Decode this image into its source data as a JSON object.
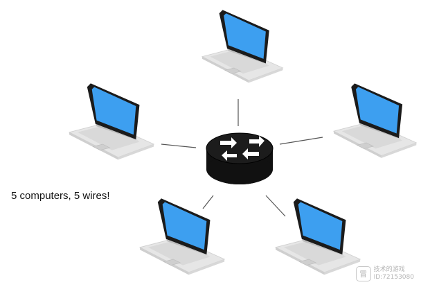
{
  "caption": "5 computers, 5 wires!",
  "watermark": {
    "line1": "技术的游戏",
    "line2": "ID:72153080",
    "logo_glyph": "冒"
  },
  "colors": {
    "screen": "#3d9ff0",
    "bezel": "#1b1b1b",
    "laptop_body": "#e6e6e6",
    "laptop_edge": "#cfcfcf",
    "router": "#111111",
    "wire": "#555555"
  },
  "icons": {
    "hub": "router-icon",
    "computer": "laptop-icon"
  }
}
